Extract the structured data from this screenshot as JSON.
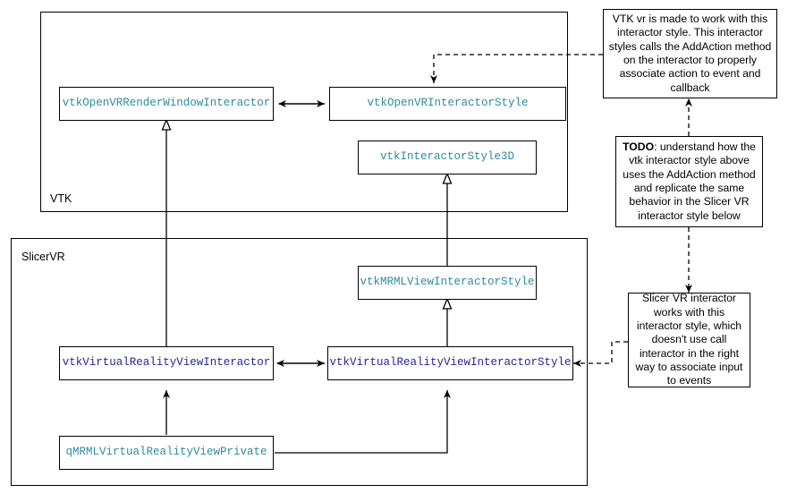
{
  "diagram": {
    "title": "VTK and SlicerVR interactor / interactor-style class diagram",
    "colors": {
      "vtk_class_text": "#2E8B9E",
      "slicer_class_text": "#27249B",
      "line": "#000000",
      "background": "#FFFFFF"
    }
  },
  "packages": [
    {
      "id": "vtk",
      "label": "VTK"
    },
    {
      "id": "slicervr",
      "label": "SlicerVR"
    }
  ],
  "classes": {
    "vtkOpenVRRenderWindowInteractor": "vtkOpenVRRenderWindowInteractor",
    "vtkOpenVRInteractorStyle": "vtkOpenVRInteractorStyle",
    "vtkInteractorStyle3D": "vtkInteractorStyle3D",
    "vtkMRMLViewInteractorStyle": "vtkMRMLViewInteractorStyle",
    "vtkVirtualRealityViewInteractor": "vtkVirtualRealityViewInteractor",
    "vtkVirtualRealityViewInteractorStyle": "vtkVirtualRealityViewInteractorStyle",
    "qMRMLVirtualRealityViewPrivate": "qMRMLVirtualRealityViewPrivate"
  },
  "notes": {
    "vtk_note": {
      "text": "VTK vr is made to work with this interactor style. This interactor styles calls the AddAction method on the interactor to properly associate action to event and callback"
    },
    "todo_note": {
      "prefix": "TODO",
      "separator": ": ",
      "text": "understand how the vtk interactor style above uses the AddAction method and replicate the same behavior in the Slicer VR interactor style below"
    },
    "slicer_note": {
      "text": "Slicer VR interactor works with this interactor style, which doesn't use call interactor in the right way to associate input to events"
    }
  },
  "relations": [
    {
      "id": "rel-vtk-assoc",
      "kind": "association-bidirectional",
      "from": "vtkOpenVRRenderWindowInteractor",
      "to": "vtkOpenVRInteractorStyle"
    },
    {
      "id": "rel-slicer-assoc",
      "kind": "association-bidirectional",
      "from": "vtkVirtualRealityViewInteractor",
      "to": "vtkVirtualRealityViewInteractorStyle"
    },
    {
      "id": "rel-inherit-interactor",
      "kind": "generalization",
      "from": "vtkVirtualRealityViewInteractor",
      "to": "vtkOpenVRRenderWindowInteractor"
    },
    {
      "id": "rel-inherit-style3d",
      "kind": "generalization",
      "from": "vtkMRMLViewInteractorStyle",
      "to": "vtkInteractorStyle3D"
    },
    {
      "id": "rel-inherit-vrstyle",
      "kind": "generalization",
      "from": "vtkVirtualRealityViewInteractorStyle",
      "to": "vtkMRMLViewInteractorStyle"
    },
    {
      "id": "rel-private-uses",
      "kind": "directed-association",
      "from": "qMRMLVirtualRealityViewPrivate",
      "to": "vtkVirtualRealityViewInteractorStyle"
    },
    {
      "id": "rel-private-inherit",
      "kind": "directed-association",
      "from": "qMRMLVirtualRealityViewPrivate",
      "to": "vtkVirtualRealityViewInteractor"
    },
    {
      "id": "rel-note-vtk",
      "kind": "note-link-dashed",
      "from": "vtk_note",
      "to": "vtkOpenVRInteractorStyle"
    },
    {
      "id": "rel-note-todo-up",
      "kind": "note-link-dashed",
      "from": "todo_note",
      "to": "vtk_note"
    },
    {
      "id": "rel-note-todo-down",
      "kind": "note-link-dashed",
      "from": "todo_note",
      "to": "slicer_note"
    },
    {
      "id": "rel-note-slicer",
      "kind": "note-link-dashed",
      "from": "slicer_note",
      "to": "vtkVirtualRealityViewInteractorStyle"
    }
  ]
}
